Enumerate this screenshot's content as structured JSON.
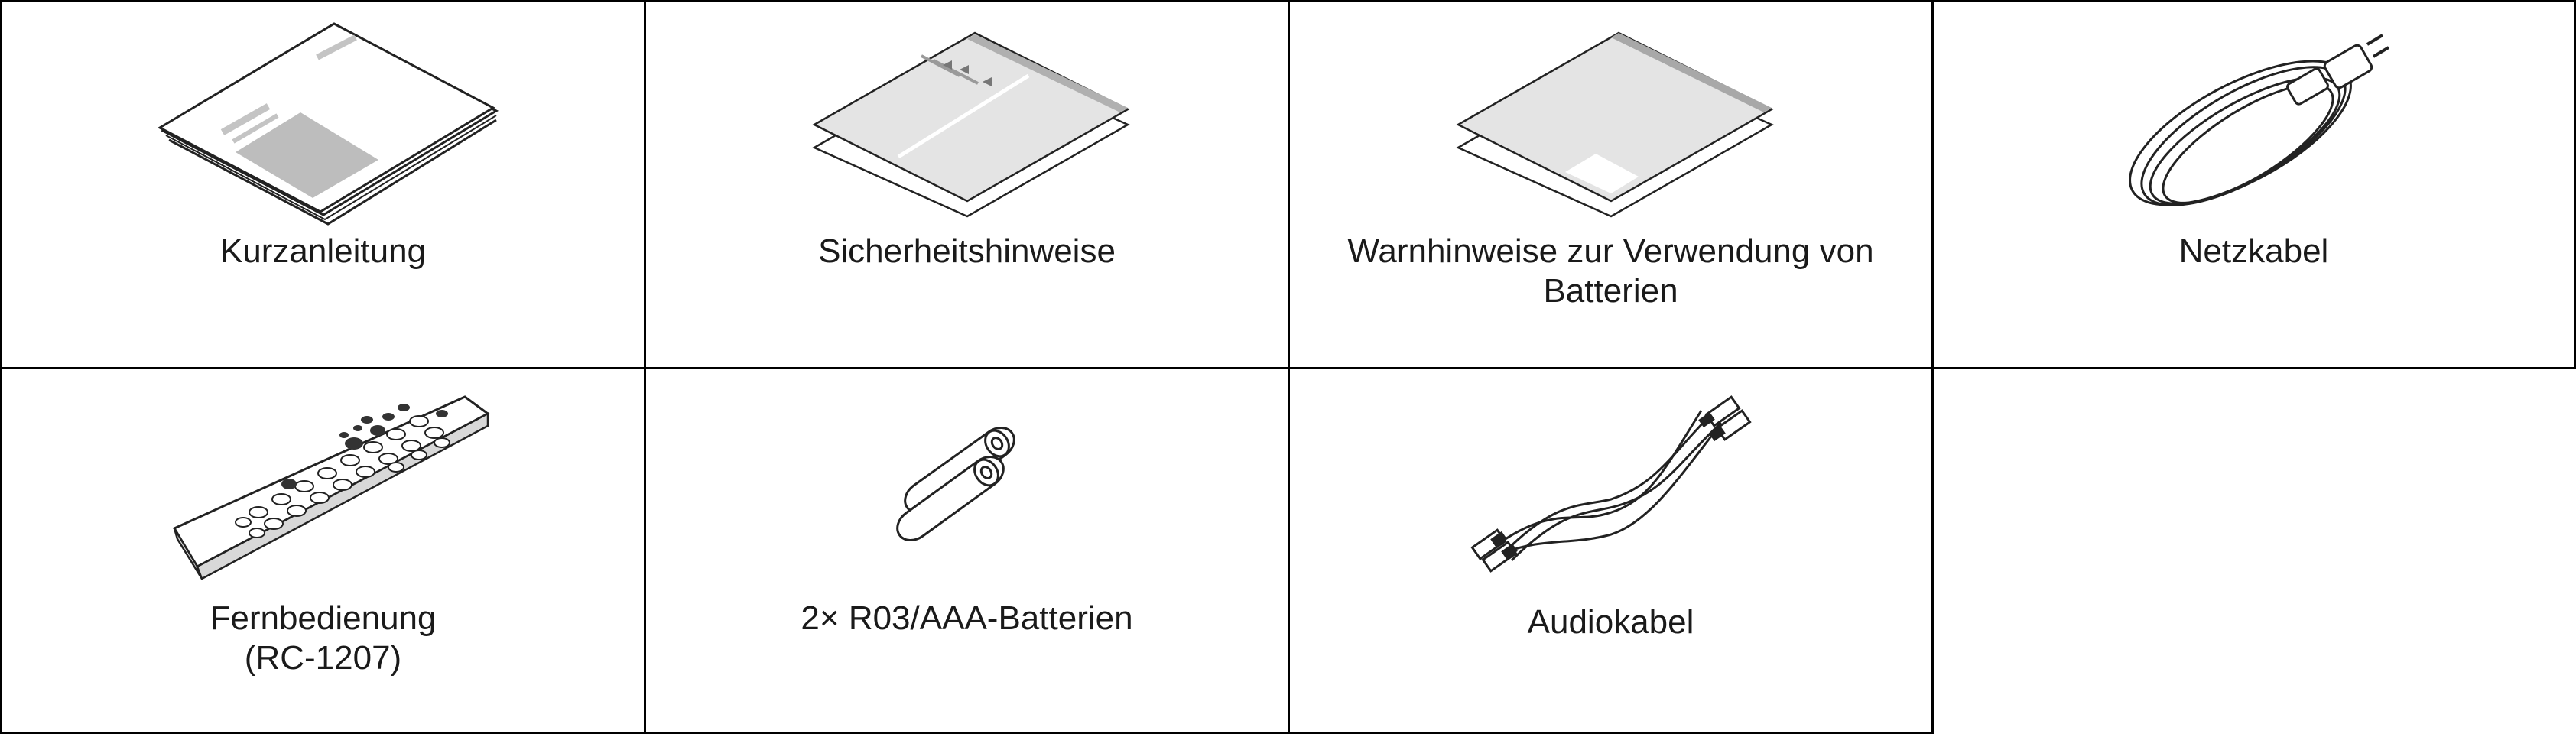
{
  "items": [
    {
      "id": "quick-start-guide",
      "label": "Kurzanleitung",
      "icon": "booklet-icon"
    },
    {
      "id": "safety-instructions",
      "label": "Sicherheitshinweise",
      "icon": "leaflet-icon"
    },
    {
      "id": "battery-warnings",
      "label_line1": "Warnhinweise zur Verwendung von",
      "label_line2": "Batterien",
      "icon": "leaflet-icon"
    },
    {
      "id": "power-cord",
      "label": "Netzkabel",
      "icon": "power-cord-icon"
    },
    {
      "id": "remote-control",
      "label_line1": "Fernbedienung",
      "label_line2": "(RC-1207)",
      "icon": "remote-control-icon"
    },
    {
      "id": "batteries",
      "label": "2× R03/AAA-Batterien",
      "icon": "battery-icon"
    },
    {
      "id": "audio-cable",
      "label": "Audiokabel",
      "icon": "audio-cable-icon"
    }
  ],
  "colors": {
    "border": "#000000",
    "illustration_stroke": "#222222",
    "illustration_fill": "#e6e6e6",
    "illustration_dark": "#9a9a9a",
    "text": "#1a1a1a"
  }
}
